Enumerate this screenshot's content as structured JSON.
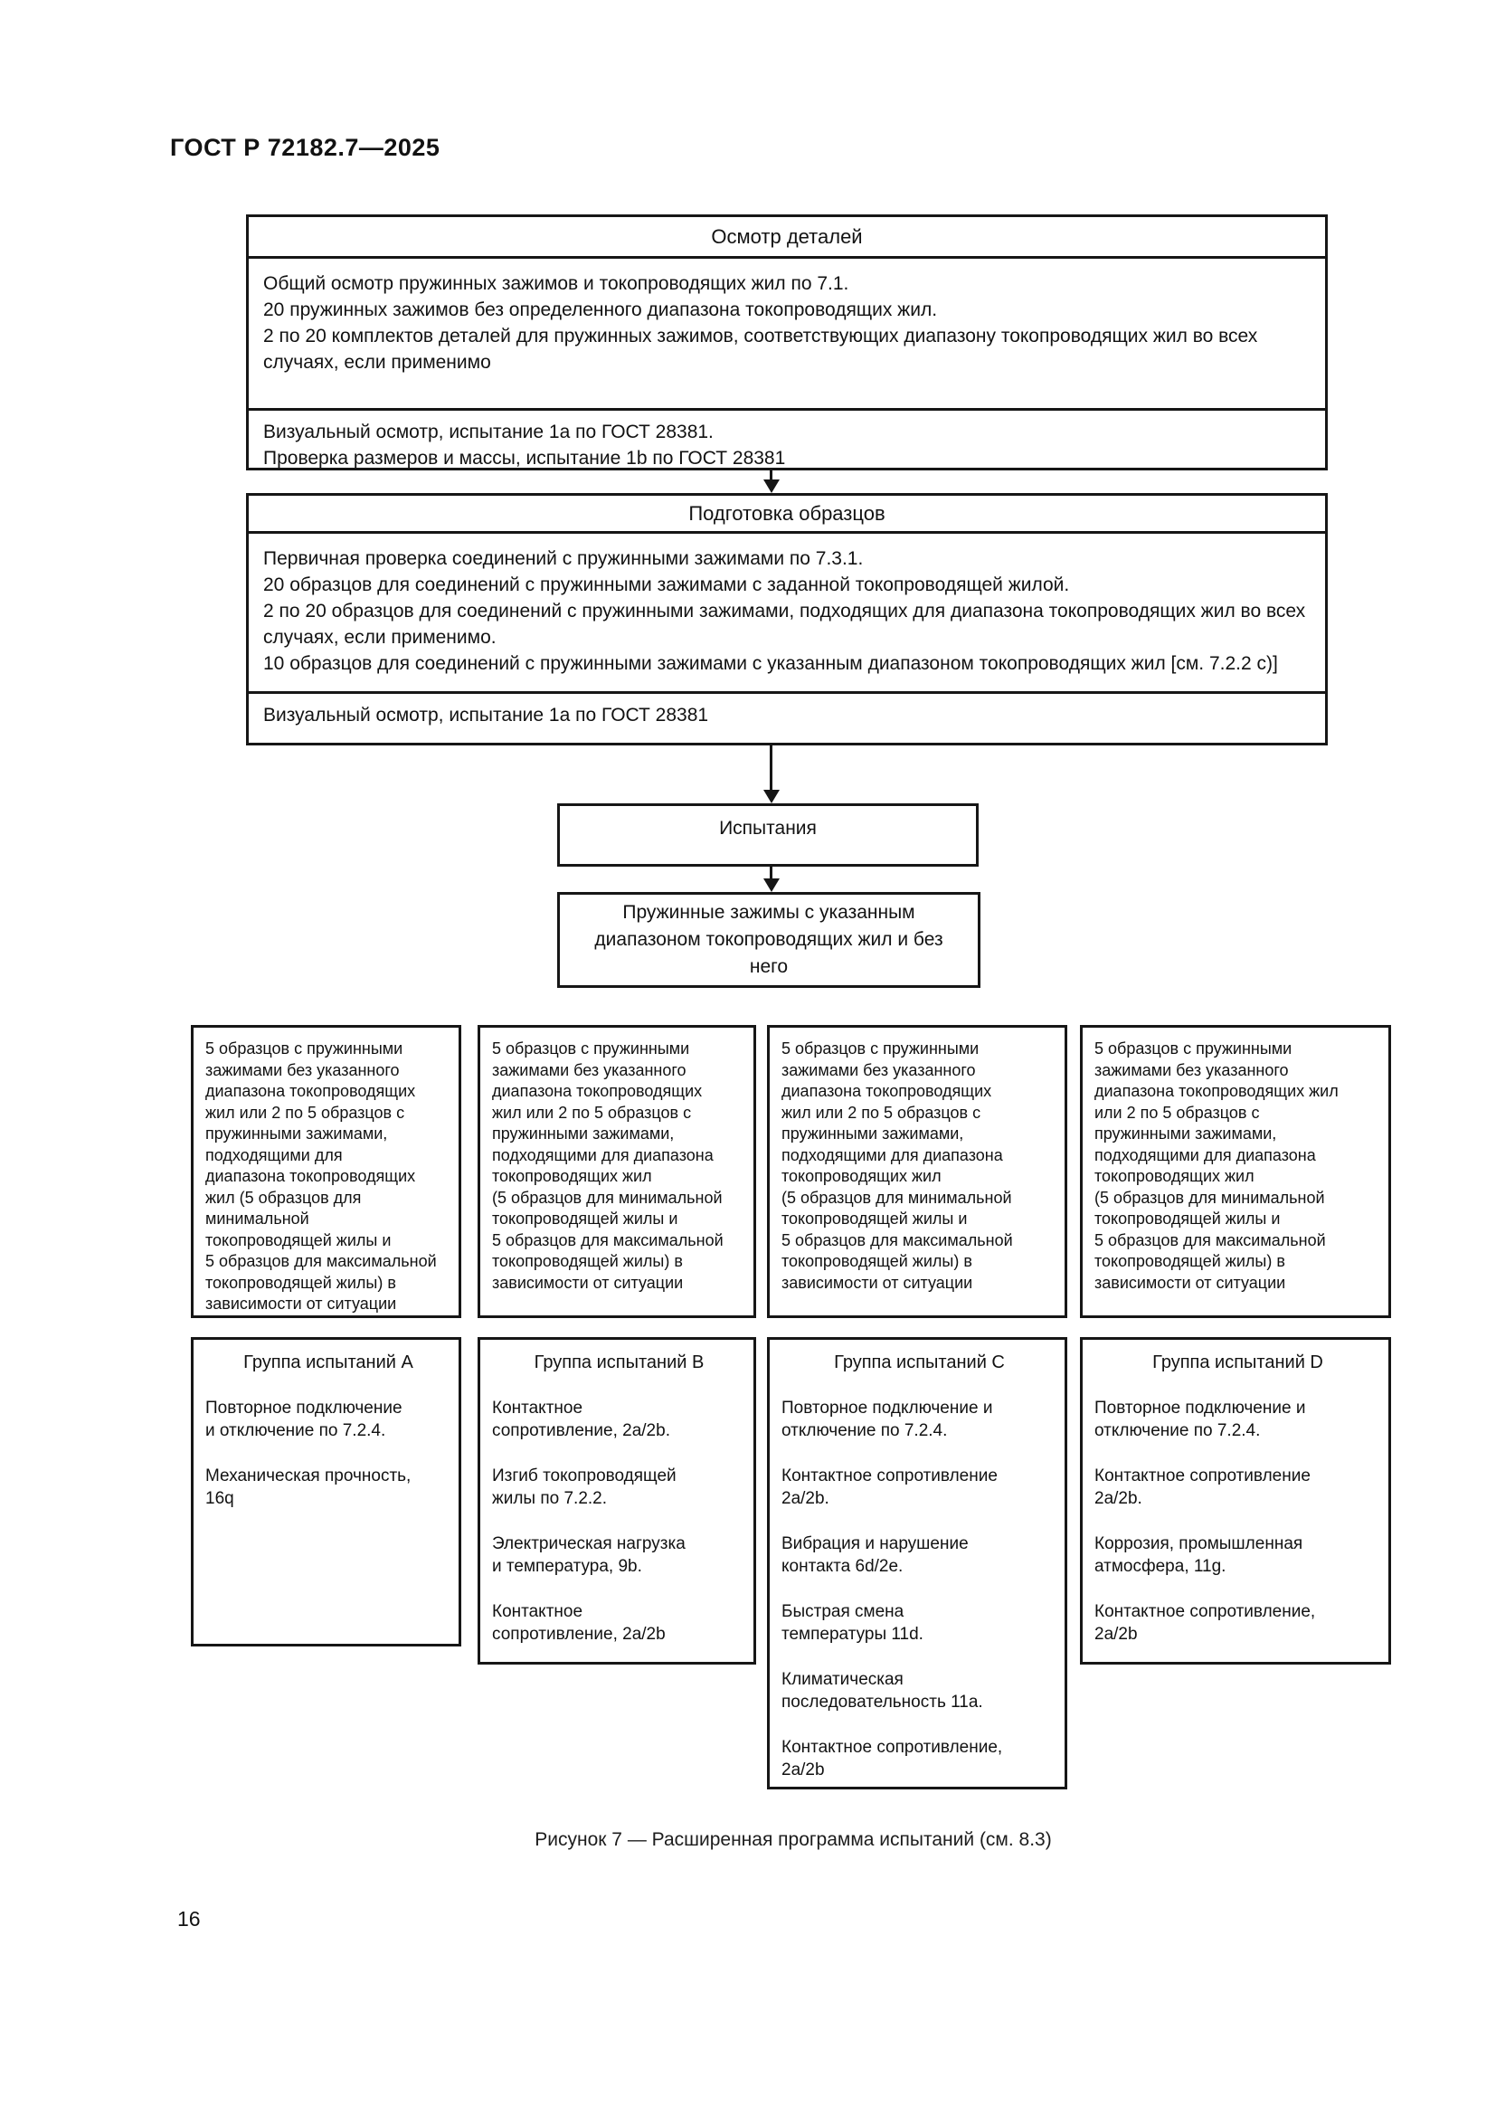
{
  "page": {
    "header": "ГОСТ Р 72182.7—2025",
    "caption": "Рисунок 7 — Расширенная программа испытаний (см. 8.3)",
    "page_number": "16"
  },
  "flowchart": {
    "inspection": {
      "title": "Осмотр деталей",
      "body": "Общий осмотр пружинных зажимов и токопроводящих жил по 7.1.\n20 пружинных зажимов без определенного диапазона токопроводящих жил.\n2 по 20 комплектов деталей для пружинных зажимов, соответствующих диапазону токопроводящих жил во всех случаях, если применимо",
      "footer": "Визуальный осмотр, испытание 1a по ГОСТ 28381.\nПроверка размеров и массы, испытание 1b по ГОСТ 28381"
    },
    "preparation": {
      "title": "Подготовка образцов",
      "body": "Первичная проверка соединений с пружинными зажимами по 7.3.1.\n20 образцов для соединений с пружинными зажимами с заданной токопроводящей жилой.\n2 по 20 образцов для соединений с пружинными зажимами, подходящих для диапазона токопроводящих жил во всех случаях, если применимо.\n10 образцов для соединений с пружинными зажимами с указанным диапазоном токопроводящих жил [см. 7.2.2 c)]",
      "footer": "Визуальный осмотр, испытание 1a по ГОСТ 28381"
    },
    "tests_label": "Испытания",
    "clamps_label": "Пружинные зажимы с указанным\nдиапазоном токопроводящих жил и без\nнего",
    "columns": [
      {
        "samples": "5 образцов с пружинными\nзажимами без указанного\nдиапазона токопроводящих\nжил или 2 по 5 образцов с\nпружинными  зажимами,\nподходящими для\nдиапазона токопроводящих\nжил (5 образцов для\nминимальной\nтокопроводящей жилы и\n5 образцов для максимальной\nтокопроводящей жилы) в\nзависимости от ситуации",
        "group_title": "Группа испытаний A",
        "group_items": [
          "Повторное подключение\nи отключение по 7.2.4.",
          "Механическая прочность,\n16q"
        ]
      },
      {
        "samples": "5 образцов с пружинными\nзажимами  без указанного\nдиапазона токопроводящих\nжил или 2 по 5 образцов с\nпружинными зажимами,\nподходящими для диапазона\nтокопроводящих жил\n(5 образцов для минимальной\nтокопроводящей жилы и\n5 образцов для максимальной\nтокопроводящей жилы) в\nзависимости от ситуации",
        "group_title": "Группа испытаний B",
        "group_items": [
          "Контактное\nсопротивление, 2a/2b.",
          "Изгиб токопроводящей\nжилы по 7.2.2.",
          "Электрическая нагрузка\nи температура, 9b.",
          "Контактное\nсопротивление, 2a/2b"
        ]
      },
      {
        "samples": "5 образцов с пружинными\nзажимами без указанного\nдиапазона токопроводящих\nжил или 2 по 5 образцов с\nпружинными зажимами,\nподходящими для диапазона\nтокопроводящих жил\n(5 образцов для минимальной\nтокопроводящей жилы и\n5 образцов для максимальной\nтокопроводящей жилы) в\nзависимости от ситуации",
        "group_title": "Группа испытаний C",
        "group_items": [
          "Повторное подключение и\nотключение по 7.2.4.",
          "Контактное сопротивление\n2a/2b.",
          "Вибрация и нарушение\nконтакта 6d/2e.",
          "Быстрая смена\nтемпературы 11d.",
          "Климатическая\nпоследовательность 11a.",
          "Контактное сопротивление,\n2a/2b"
        ]
      },
      {
        "samples": "5 образцов с пружинными\nзажимами без указанного\nдиапазона токопроводящих жил\nили 2 по 5 образцов  с\nпружинными зажимами,\nподходящими для диапазона\nтокопроводящих жил\n(5 образцов для минимальной\nтокопроводящей жилы  и\n5 образцов для максимальной\nтокопроводящей жилы) в\nзависимости от ситуации",
        "group_title": "Группа испытаний D",
        "group_items": [
          "Повторное подключение и\nотключение по 7.2.4.",
          "Контактное сопротивление\n2a/2b.",
          "Коррозия, промышленная\nатмосфера, 11g.",
          "Контактное сопротивление,\n2a/2b"
        ]
      }
    ]
  }
}
